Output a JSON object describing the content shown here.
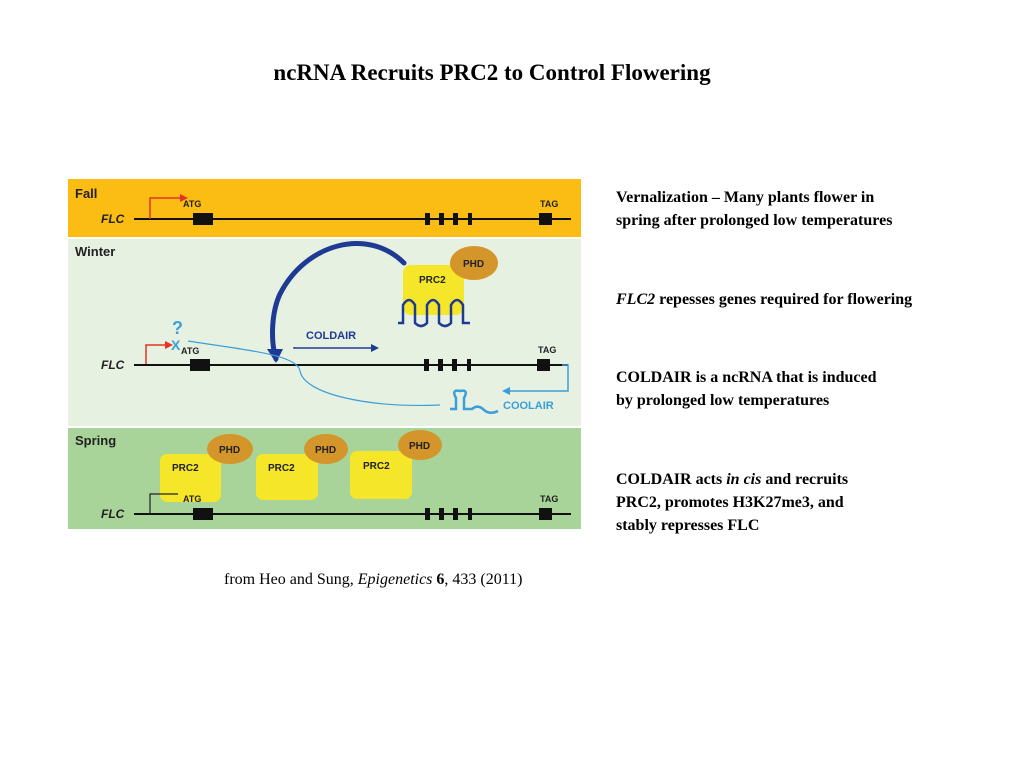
{
  "title": "ncRNA Recruits PRC2 to Control Flowering",
  "figure": {
    "panels": {
      "fall": {
        "label": "Fall",
        "color": "#fbbd14"
      },
      "winter": {
        "label": "Winter",
        "color": "#e6f1e2"
      },
      "spring": {
        "label": "Spring",
        "color": "#a8d49a"
      }
    },
    "gene_label": "FLC",
    "start_codon": "ATG",
    "stop_codon": "TAG",
    "question_mark": "?",
    "block_mark": "X",
    "prc2_label": "PRC2",
    "phd_label": "PHD",
    "coldair_label": "COLDAIR",
    "coolair_label": "COOLAIR",
    "colors": {
      "prc2": "#f5e62a",
      "phd": "#d4952a",
      "coldair_arrow": "#1f3a93",
      "coolair": "#3a9fd9",
      "fall_arrow": "#e63323"
    }
  },
  "notes": {
    "n1_line1": "Vernalization – Many plants flower in",
    "n1_line2": "spring after prolonged low temperatures",
    "n2_italic": "FLC2",
    "n2_rest": " repesses genes required for flowering",
    "n3_line1": "COLDAIR is a ncRNA that is induced",
    "n3_line2": "by prolonged low temperatures",
    "n4_pre": "COLDAIR acts ",
    "n4_italic": "in cis",
    "n4_post": " and recruits",
    "n4_line2": "PRC2, promotes H3K27me3, and",
    "n4_line3": "stably represses FLC"
  },
  "citation": {
    "pre": "from Heo and Sung, ",
    "journal": "Epigenetics",
    "volume": "6",
    "rest": ", 433 (2011)"
  }
}
